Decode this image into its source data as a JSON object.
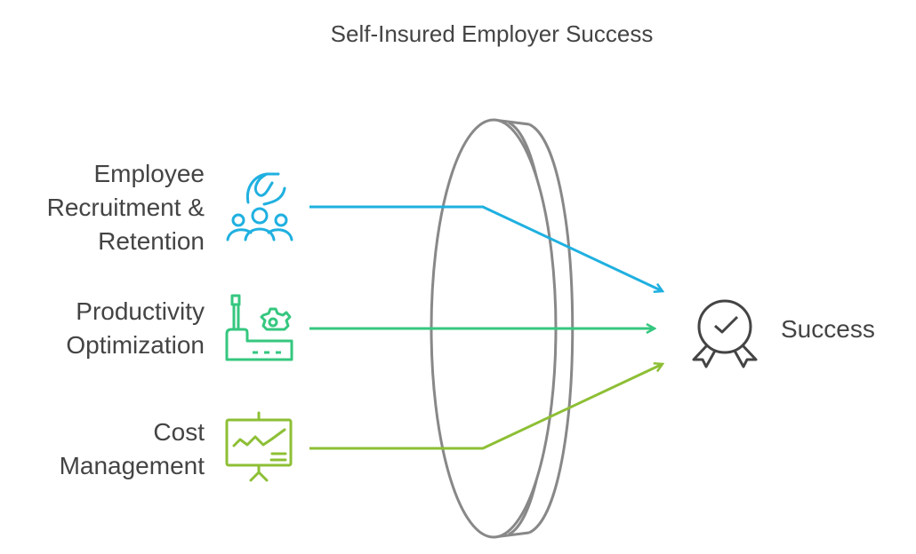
{
  "title": "Self-Insured Employer Success",
  "factors": [
    {
      "lines": [
        "Employee",
        "Recruitment &",
        "Retention"
      ],
      "icon": "people-recruitment-icon",
      "color": "#1fb0e0"
    },
    {
      "lines": [
        "Productivity",
        "Optimization"
      ],
      "icon": "factory-gear-icon",
      "color": "#35c77f"
    },
    {
      "lines": [
        "Cost",
        "Management"
      ],
      "icon": "presentation-chart-icon",
      "color": "#8dbf35"
    }
  ],
  "outcome": {
    "label": "Success",
    "icon": "award-check-icon"
  }
}
